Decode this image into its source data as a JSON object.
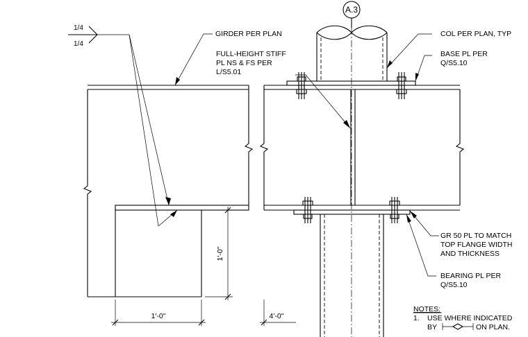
{
  "detail_tag": "A.3",
  "weld": {
    "top": "1/4",
    "bottom": "1/4"
  },
  "labels": {
    "girder": "GIRDER PER PLAN",
    "stiff_1": "FULL-HEIGHT STIFF",
    "stiff_2": "PL NS & FS PER",
    "stiff_3": "L/S5.01",
    "column": "COL PER PLAN, TYP",
    "base_pl_1": "BASE PL PER",
    "base_pl_2": "Q/S5.10",
    "gr50_1": "GR 50 PL TO MATCH",
    "gr50_2": "TOP FLANGE WIDTH",
    "gr50_3": "AND THICKNESS",
    "bearing_1": "BEARING PL PER",
    "bearing_2": "Q/S5.10"
  },
  "dimensions": {
    "vertical": "1'-0\"",
    "horizontal_left": "1'-0\"",
    "horizontal_right": "4'-0\""
  },
  "notes": {
    "title": "NOTES:",
    "item_number": "1.",
    "line_1": "USE WHERE INDICATED",
    "line_2_prefix": "BY",
    "line_2_suffix": "ON PLAN."
  }
}
